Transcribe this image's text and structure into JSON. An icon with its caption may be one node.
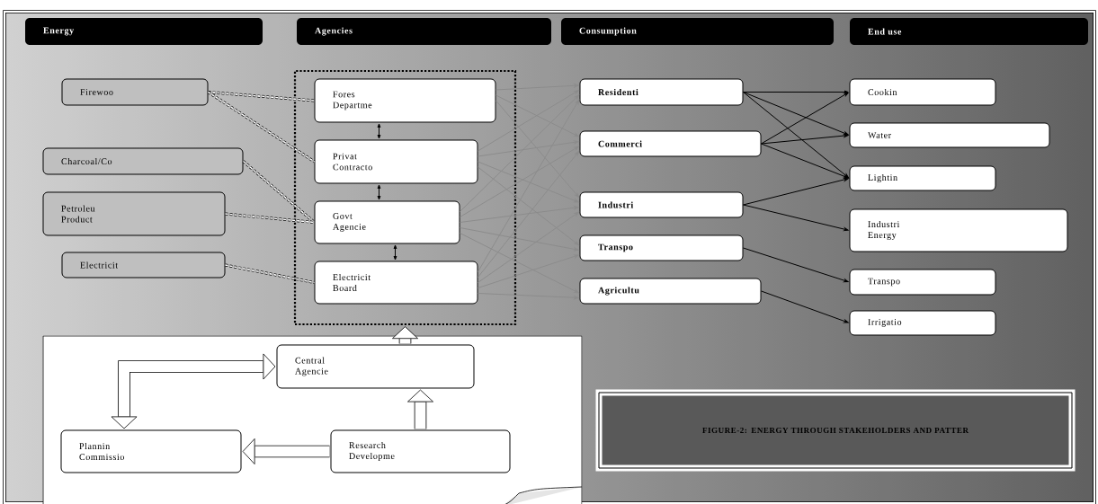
{
  "diagram": {
    "nodes": [
      {
        "text": [
          "Energy"
        ]
      },
      {
        "text": [
          "Agencies"
        ]
      },
      {
        "text": [
          "Consumption"
        ]
      },
      {
        "text": [
          "End use"
        ]
      },
      {
        "text": [
          "Firewoo"
        ]
      },
      {
        "text": [
          "Charcoal/Co"
        ]
      },
      {
        "text": [
          "Petroleu Product"
        ]
      },
      {
        "text": [
          "Electricit"
        ]
      },
      {
        "text": [],
        "shape": "box"
      },
      {
        "text": [
          "Fores Departme"
        ],
        "in": 8
      },
      {
        "text": [
          "Privat Contracto"
        ],
        "in": 8
      },
      {
        "text": [
          "Govt Agencie"
        ],
        "in": 8
      },
      {
        "text": [
          "Electricit Board"
        ],
        "in": 8
      },
      {
        "text": [
          "Residenti"
        ]
      },
      {
        "text": [
          "Commerci"
        ]
      },
      {
        "text": [
          "Industri"
        ]
      },
      {
        "text": [
          "Transpo"
        ]
      },
      {
        "text": [
          "Agricultu"
        ]
      },
      {
        "text": [
          "Cookin"
        ]
      },
      {
        "text": [
          "Water"
        ]
      },
      {
        "text": [
          "Lightin"
        ]
      },
      {
        "text": [
          "Industri Energy"
        ]
      },
      {
        "text": [
          "Transpo"
        ]
      },
      {
        "text": [
          "Irrigatio"
        ]
      },
      {
        "text": [],
        "shape": "box"
      },
      {
        "text": [
          "Central Agencie"
        ],
        "in": 24
      },
      {
        "text": [
          "Plannin Commissio"
        ],
        "in": 24
      },
      {
        "text": [
          "Research Developme"
        ],
        "in": 24
      },
      {
        "text": [
          "FIGURE-2: ENERGY THROUGH STAKEHOLDERS AND PATTER"
        ]
      }
    ],
    "edges": [
      {
        "from": 4,
        "to": 9,
        "arrow": "none",
        "style": "dashed"
      },
      {
        "from": 4,
        "to": 10,
        "arrow": "none",
        "style": "dashed"
      },
      {
        "from": 5,
        "to": 11,
        "arrow": "none",
        "style": "dashed"
      },
      {
        "from": 6,
        "to": 11,
        "arrow": "none",
        "style": "dashed"
      },
      {
        "from": 7,
        "to": 12,
        "arrow": "none",
        "style": "dashed"
      },
      {
        "from": 9,
        "to": 10,
        "arrow": "both"
      },
      {
        "from": 10,
        "to": 11,
        "arrow": "both"
      },
      {
        "from": 11,
        "to": 12,
        "arrow": "both"
      },
      {
        "from": 9,
        "to": 13,
        "arrow": "to",
        "color": "#8c8c8c"
      },
      {
        "from": 9,
        "to": 14,
        "arrow": "to",
        "color": "#8c8c8c"
      },
      {
        "from": 9,
        "to": 15,
        "arrow": "to",
        "color": "#8c8c8c"
      },
      {
        "from": 10,
        "to": 13,
        "arrow": "to",
        "color": "#8c8c8c"
      },
      {
        "from": 10,
        "to": 14,
        "arrow": "to",
        "color": "#8c8c8c"
      },
      {
        "from": 10,
        "to": 15,
        "arrow": "to",
        "color": "#8c8c8c"
      },
      {
        "from": 10,
        "to": 16,
        "arrow": "to",
        "color": "#8c8c8c"
      },
      {
        "from": 11,
        "to": 13,
        "arrow": "to",
        "color": "#8c8c8c"
      },
      {
        "from": 11,
        "to": 14,
        "arrow": "to",
        "color": "#8c8c8c"
      },
      {
        "from": 11,
        "to": 15,
        "arrow": "to",
        "color": "#8c8c8c"
      },
      {
        "from": 11,
        "to": 16,
        "arrow": "to",
        "color": "#8c8c8c"
      },
      {
        "from": 11,
        "to": 17,
        "arrow": "to",
        "color": "#8c8c8c"
      },
      {
        "from": 12,
        "to": 13,
        "arrow": "to",
        "color": "#8c8c8c"
      },
      {
        "from": 12,
        "to": 14,
        "arrow": "to",
        "color": "#8c8c8c"
      },
      {
        "from": 12,
        "to": 15,
        "arrow": "to",
        "color": "#8c8c8c"
      },
      {
        "from": 12,
        "to": 16,
        "arrow": "to",
        "color": "#8c8c8c"
      },
      {
        "from": 12,
        "to": 17,
        "arrow": "to",
        "color": "#8c8c8c"
      },
      {
        "from": 13,
        "to": 18,
        "arrow": "to"
      },
      {
        "from": 13,
        "to": 19,
        "arrow": "to"
      },
      {
        "from": 13,
        "to": 20,
        "arrow": "to"
      },
      {
        "from": 14,
        "to": 18,
        "arrow": "to"
      },
      {
        "from": 14,
        "to": 19,
        "arrow": "to"
      },
      {
        "from": 14,
        "to": 20,
        "arrow": "to"
      },
      {
        "from": 15,
        "to": 20,
        "arrow": "to"
      },
      {
        "from": 15,
        "to": 21,
        "arrow": "to"
      },
      {
        "from": 16,
        "to": 22,
        "arrow": "to"
      },
      {
        "from": 17,
        "to": 23,
        "arrow": "to"
      },
      {
        "from": 25,
        "to": 8,
        "arrow": "to",
        "style": "thick"
      },
      {
        "from": 26,
        "to": 25,
        "arrow": "both",
        "style": "thick"
      },
      {
        "from": 27,
        "to": 25,
        "arrow": "to",
        "style": "thick"
      },
      {
        "from": 27,
        "to": 26,
        "arrow": "to",
        "style": "thick"
      }
    ]
  }
}
